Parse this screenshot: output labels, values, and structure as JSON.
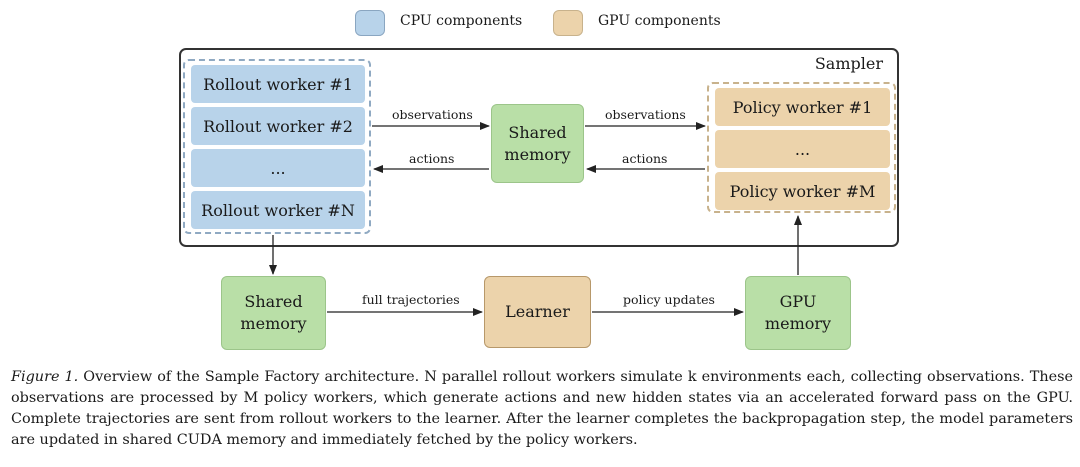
{
  "legend": {
    "cpu": {
      "label": "CPU components",
      "color": "#b8d3ea"
    },
    "gpu": {
      "label": "GPU components",
      "color": "#ecd3ab"
    }
  },
  "sampler": {
    "title": "Sampler",
    "rollout_workers": [
      "Rollout worker #1",
      "Rollout worker #2",
      "...",
      "Rollout worker #N"
    ],
    "policy_workers": [
      "Policy worker #1",
      "...",
      "Policy worker #M"
    ],
    "shared_memory": "Shared memory",
    "edges": {
      "obs_left": "observations",
      "actions_left": "actions",
      "obs_right": "observations",
      "actions_right": "actions"
    }
  },
  "bottom": {
    "shared_memory": "Shared memory",
    "learner": "Learner",
    "gpu_memory": "GPU memory",
    "full_trajectories": "full trajectories",
    "policy_updates": "policy updates"
  },
  "caption": {
    "figure_label": "Figure 1.",
    "text": " Overview of the Sample Factory architecture. N parallel rollout workers simulate k environments each, collecting observations. These observations are processed by M policy workers, which generate actions and new hidden states via an accelerated forward pass on the GPU. Complete trajectories are sent from rollout workers to the learner. After the learner completes the backpropagation step, the model parameters are updated in shared CUDA memory and immediately fetched by the policy workers."
  }
}
